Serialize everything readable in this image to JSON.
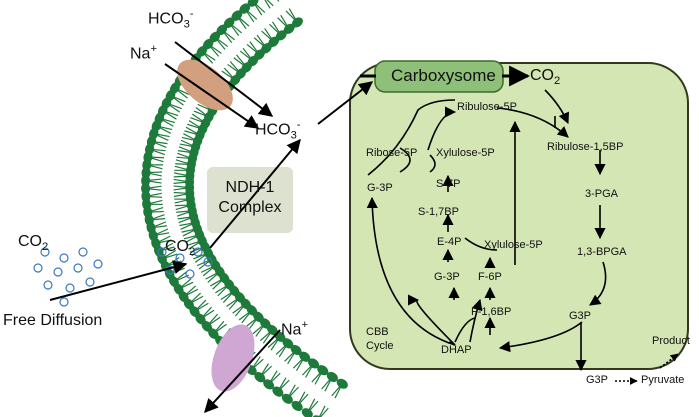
{
  "membrane": {
    "transporter_top": {
      "ion_in": "HCO",
      "ion_in_sub": "3",
      "ion_in_sup": "-",
      "cotransport": "Na",
      "cotransport_sup": "+"
    },
    "transporter_bottom": {
      "ion": "Na",
      "ion_sup": "+"
    },
    "bicarbonate": {
      "text": "HCO",
      "sub": "3",
      "sup": "-"
    },
    "co2_inside": {
      "text": "CO",
      "sub": "2"
    },
    "co2_outside": {
      "text": "CO",
      "sub": "2"
    },
    "ndh_complex": {
      "line1": "NDH-1",
      "line2": "Complex"
    },
    "free_diffusion": "Free Diffusion"
  },
  "cell": {
    "carboxysome": "Carboxysome",
    "co2_released": {
      "text": "CO",
      "sub": "2"
    },
    "cbb_cycle": {
      "line1": "CBB",
      "line2": "Cycle"
    }
  },
  "metabolites": {
    "ribulose_5p": "Ribulose-5P",
    "ribulose_15bp": "Ribulose-1,5BP",
    "pga3": "3-PGA",
    "bpga13": "1,3-BPGA",
    "g3p_right": "G3P",
    "dhap": "DHAP",
    "f16bp": "F-1,6BP",
    "f6p": "F-6P",
    "xylulose5p_lower": "Xylulose-5P",
    "g3p_mid": "G-3P",
    "e4p": "E-4P",
    "s17bp": "S-1,7BP",
    "s7p": "S-7P",
    "ribose_5p": "Ribose-5P",
    "xylulose5p_upper": "Xylulose-5P",
    "g3p_left": "G-3P"
  },
  "outputs": {
    "g3p": "G3P",
    "pyruvate": "Pyruvate",
    "product": "Product"
  },
  "colors": {
    "lipid_head": "#1e7a3a",
    "cell_fill": "#d4e6b4",
    "cell_stroke": "#2f3a1e",
    "carboxysome_fill": "#8ec07a",
    "transporter_top": "#d2a07f",
    "transporter_bottom": "#cfa7d2",
    "ndh_fill": "#dde1cf",
    "co2_bubble": "#3a78c2"
  }
}
